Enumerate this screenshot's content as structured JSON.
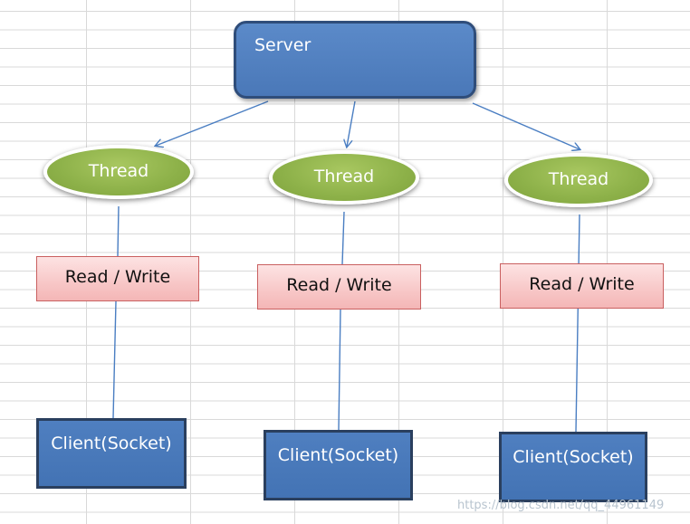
{
  "colors": {
    "server_fill": "#4a78b8",
    "thread_fill": "#8db149",
    "read_write_fill": "#f8c9c9",
    "client_fill": "#4373b4",
    "connector": "#4a7ec2",
    "grid": "#d9d9d9"
  },
  "server": {
    "label": "Server"
  },
  "threads": [
    {
      "label": "Thread"
    },
    {
      "label": "Thread"
    },
    {
      "label": "Thread"
    }
  ],
  "read_write": [
    {
      "label": "Read / Write"
    },
    {
      "label": "Read / Write"
    },
    {
      "label": "Read / Write"
    }
  ],
  "clients": [
    {
      "label": "Client(Socket)"
    },
    {
      "label": "Client(Socket)"
    },
    {
      "label": "Client(Socket)"
    }
  ],
  "watermark": "https://blog.csdn.net/qq_44961149"
}
